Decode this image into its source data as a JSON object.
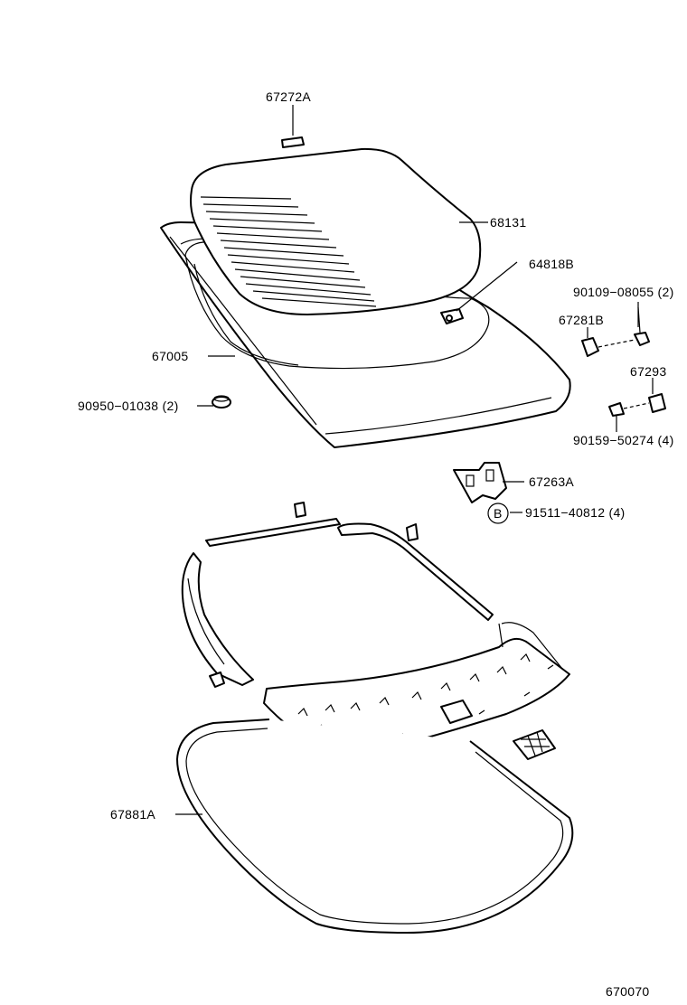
{
  "diagram": {
    "callouts": [
      {
        "id": "67272A",
        "text": "67272A"
      },
      {
        "id": "68131",
        "text": "68131"
      },
      {
        "id": "64818B",
        "text": "64818B"
      },
      {
        "id": "90109",
        "text": "90109−08055 (2)"
      },
      {
        "id": "67281B",
        "text": "67281B"
      },
      {
        "id": "67005",
        "text": "67005"
      },
      {
        "id": "67293",
        "text": "67293"
      },
      {
        "id": "90950",
        "text": "90950−01038 (2)"
      },
      {
        "id": "90159",
        "text": "90159−50274 (4)"
      },
      {
        "id": "67263A",
        "text": "67263A"
      },
      {
        "id": "91511",
        "text": "91511−40812 (4)"
      },
      {
        "id": "67881A",
        "text": "67881A"
      }
    ],
    "circle_marker": "B",
    "figure_number": "670070"
  }
}
